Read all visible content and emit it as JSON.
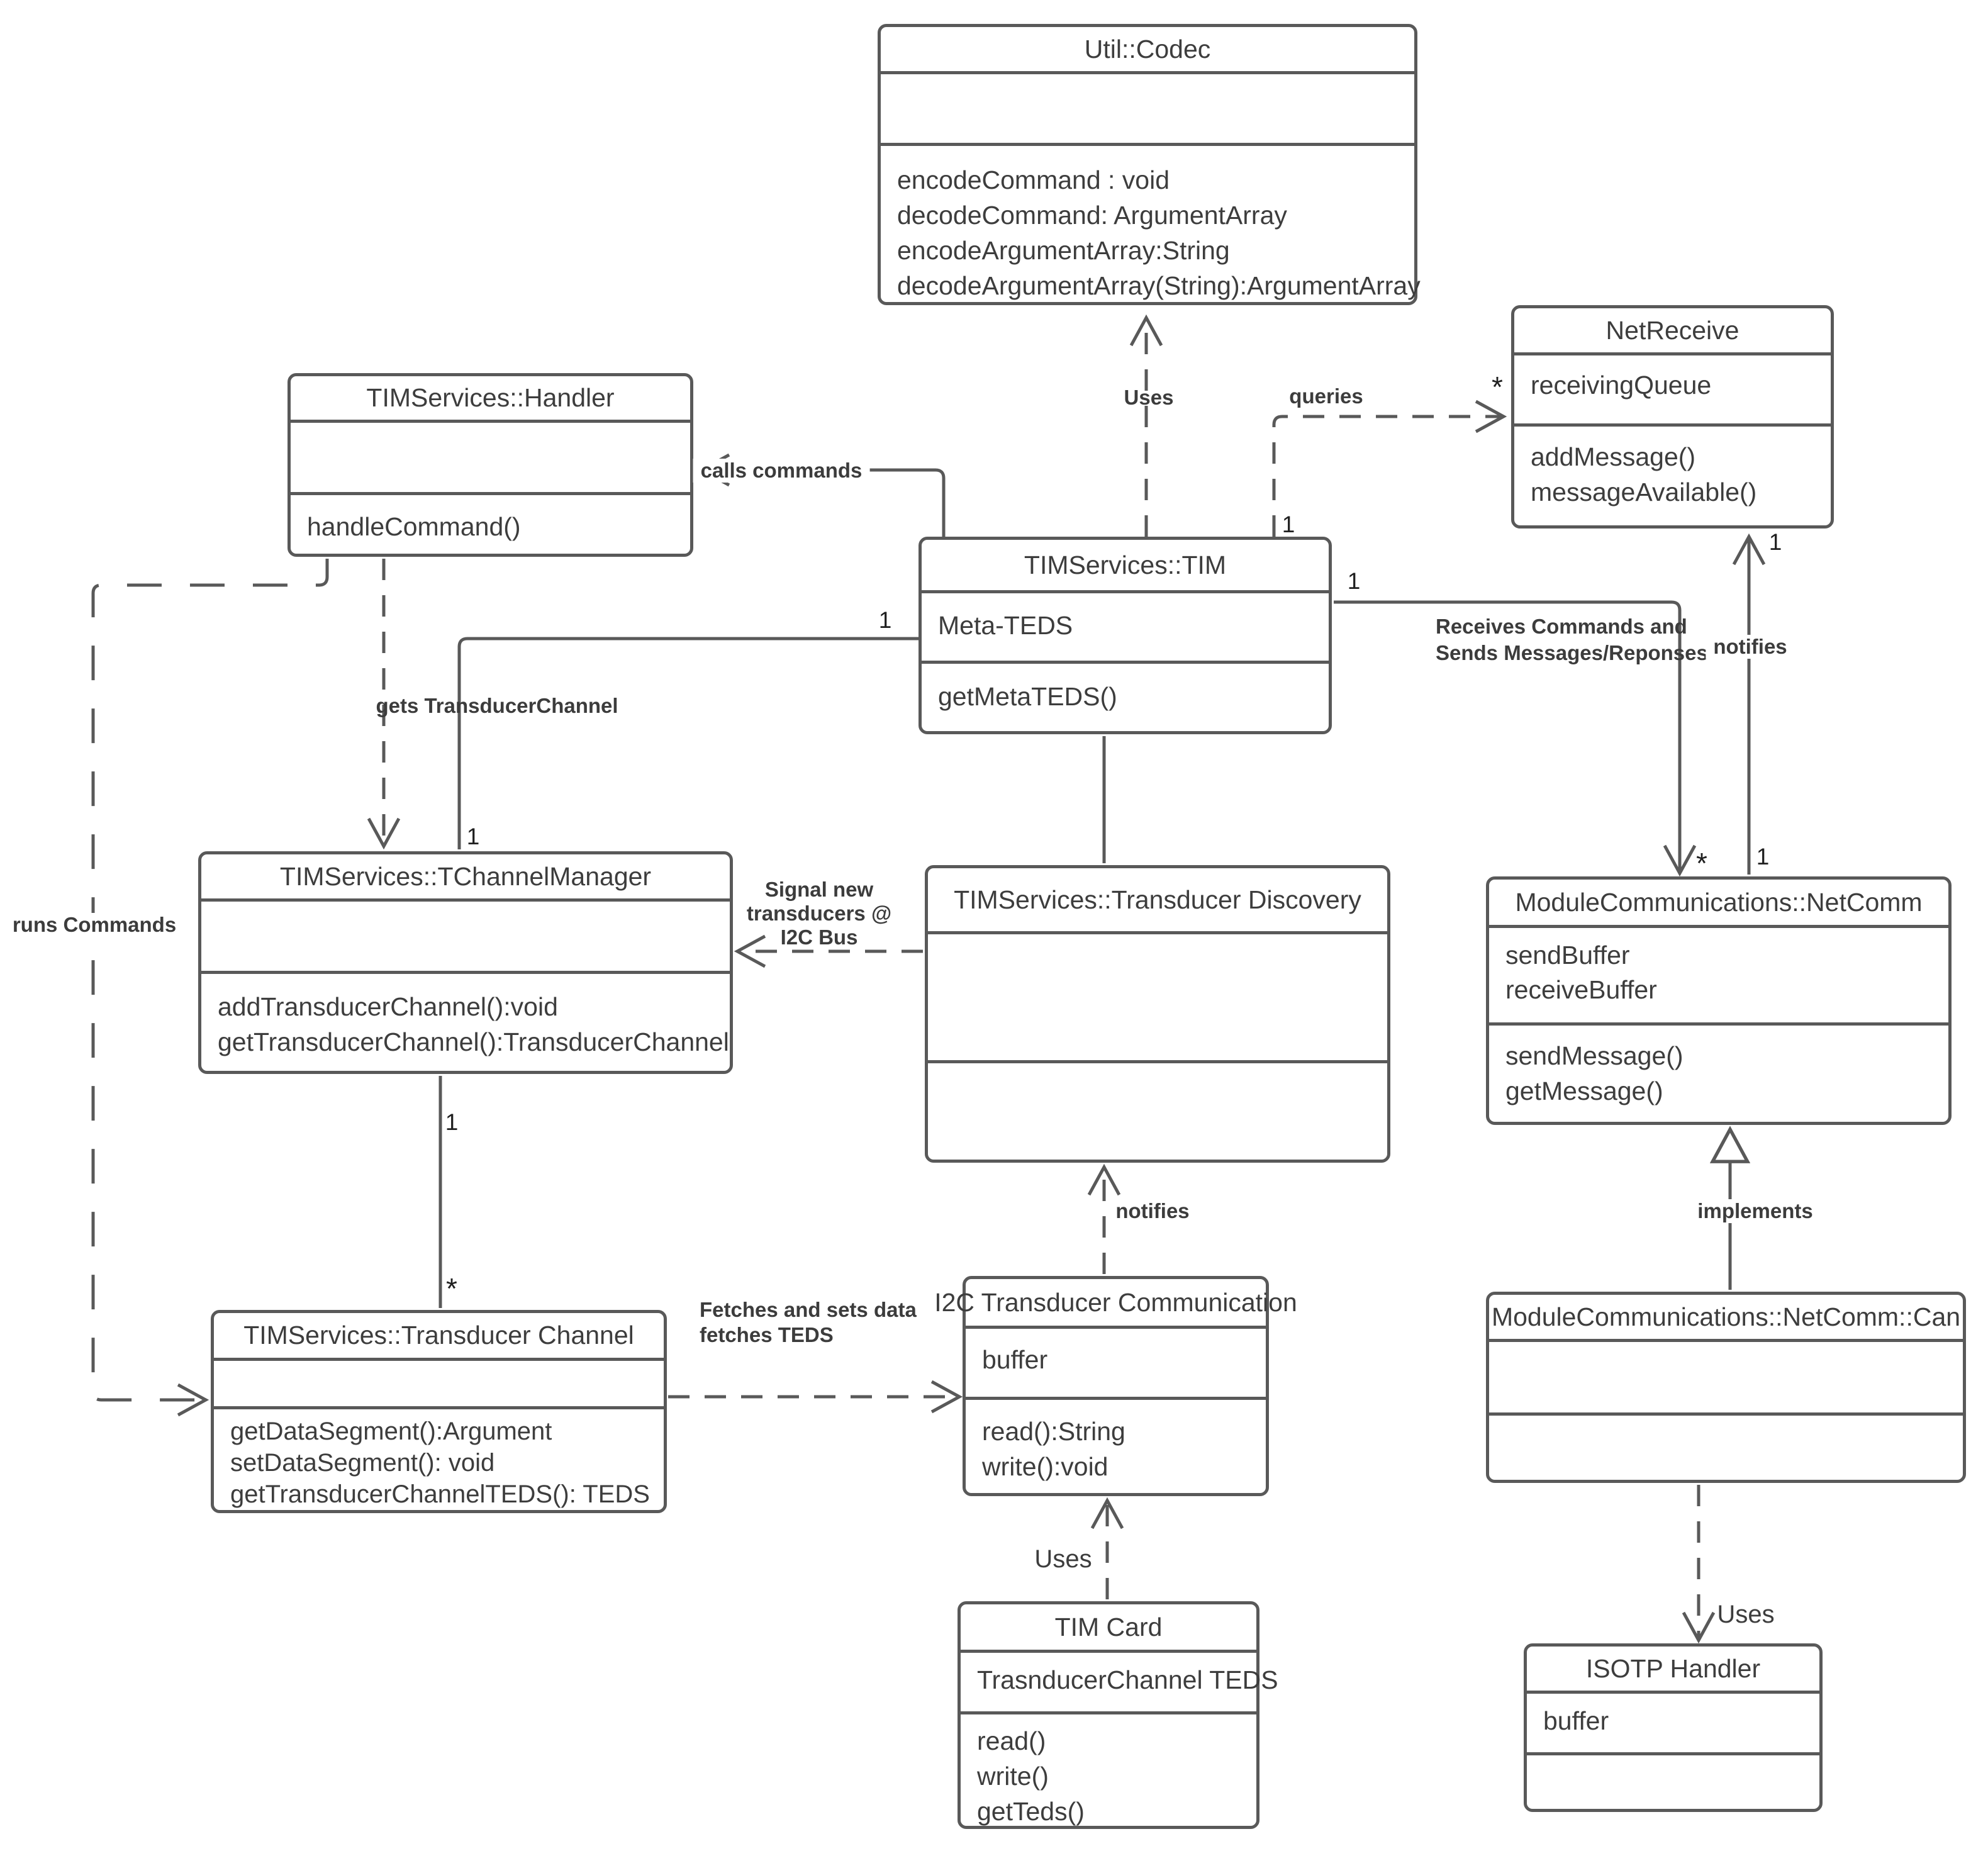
{
  "diagram": {
    "colors": {
      "stroke": "#595959",
      "text": "#3d3d3d",
      "background": "#ffffff"
    },
    "classes": [
      {
        "id": "codec",
        "title": "Util::Codec",
        "attributes": [],
        "methods": [
          "encodeCommand : void",
          "decodeCommand: ArgumentArray",
          "encodeArgumentArray:String",
          "decodeArgumentArray(String):ArgumentArray"
        ]
      },
      {
        "id": "handler",
        "title": "TIMServices::Handler",
        "attributes": [],
        "methods": [
          "handleCommand()"
        ]
      },
      {
        "id": "netreceive",
        "title": "NetReceive",
        "attributes": [
          "receivingQueue"
        ],
        "methods": [
          "addMessage()",
          "messageAvailable()"
        ]
      },
      {
        "id": "tim",
        "title": "TIMServices::TIM",
        "attributes": [
          "Meta-TEDS"
        ],
        "methods": [
          "getMetaTEDS()"
        ]
      },
      {
        "id": "tchannelmanager",
        "title": "TIMServices::TChannelManager",
        "attributes": [],
        "methods": [
          "addTransducerChannel():void",
          "getTransducerChannel():TransducerChannel"
        ]
      },
      {
        "id": "discovery",
        "title": "TIMServices::Transducer Discovery",
        "attributes": [],
        "methods": []
      },
      {
        "id": "netcomm",
        "title": "ModuleCommunications::NetComm",
        "attributes": [
          "sendBuffer",
          "receiveBuffer"
        ],
        "methods": [
          "sendMessage()",
          "getMessage()"
        ]
      },
      {
        "id": "tchannel",
        "title": "TIMServices::Transducer Channel",
        "attributes": [],
        "methods": [
          "getDataSegment():Argument",
          "setDataSegment(): void",
          "getTransducerChannelTEDS(): TEDS"
        ]
      },
      {
        "id": "i2c",
        "title": "I2C Transducer Communication",
        "attributes": [
          "buffer"
        ],
        "methods": [
          "read():String",
          "write():void"
        ]
      },
      {
        "id": "can",
        "title": "ModuleCommunications::NetComm::Can",
        "attributes": [],
        "methods": []
      },
      {
        "id": "timcard",
        "title": "TIM Card",
        "attributes": [
          "TrasnducerChannel TEDS"
        ],
        "methods": [
          "read()",
          "write()",
          "getTeds()"
        ]
      },
      {
        "id": "isotp",
        "title": "ISOTP Handler",
        "attributes": [
          "buffer"
        ],
        "methods": []
      }
    ],
    "edge_labels": {
      "uses_codec": "Uses",
      "calls_commands": "calls commands",
      "queries": "queries",
      "gets_transducer_channel": "gets TransducerChannel",
      "runs_commands": "runs Commands",
      "signal_new_transducers": "Signal new transducers @ I2C Bus",
      "receives_commands": "Receives Commands and Sends Messages/Reponses",
      "notifies_right": "notifies",
      "notifies_mid": "notifies",
      "implements": "implements",
      "uses_tim_card": "Uses",
      "uses_isotp": "Uses"
    },
    "multiplicities": {
      "tim_assoc_tim_end": "1",
      "tim_assoc_manager_end": "1",
      "queries_tim_end": "1",
      "queries_netreceive_end": "*",
      "receives_tim_end": "1",
      "receives_netcomm_end": "*",
      "notifies_netcomm_end": "1",
      "notifies_netreceive_end": "1",
      "manager_channel_top": "1",
      "manager_channel_bottom": "*"
    }
  }
}
